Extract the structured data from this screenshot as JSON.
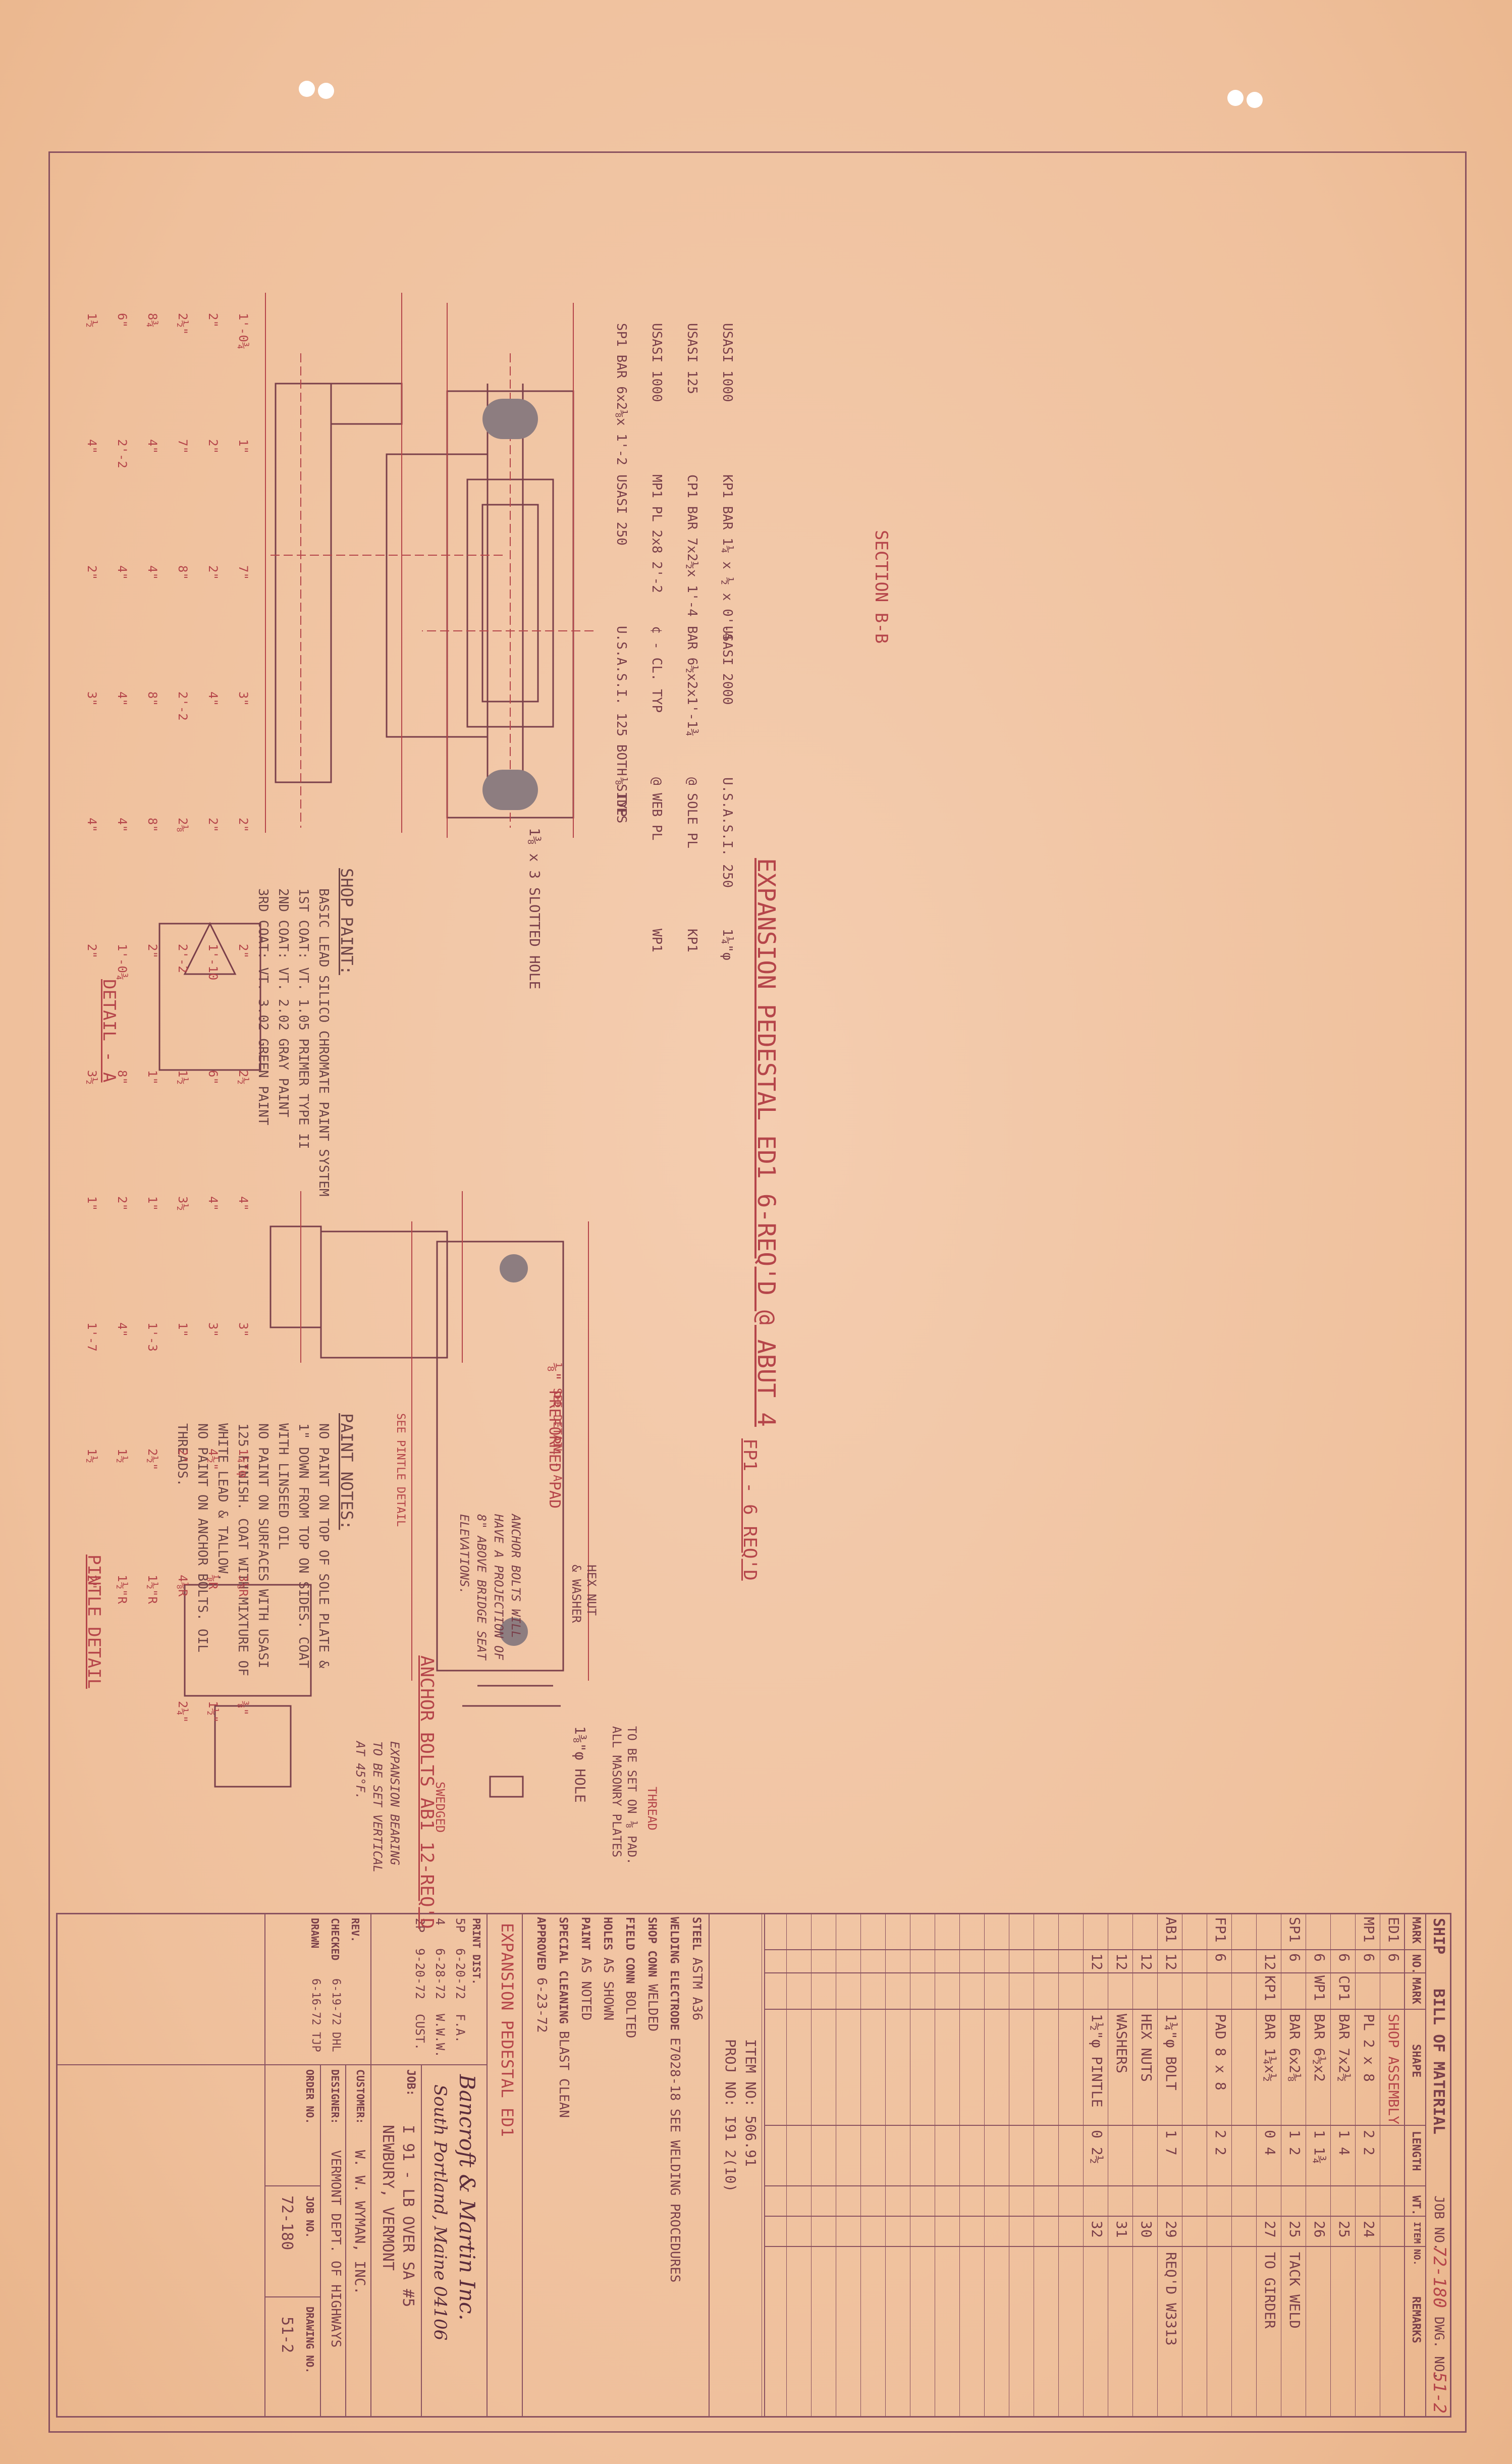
{
  "sheet": {
    "colors": {
      "paper": "#f1c49f",
      "ink": "#7a3f4a",
      "red_ink": "#b5454a",
      "hole_fill": "#8d7d80"
    }
  },
  "title_block": {
    "ship_label": "SHIP",
    "bill_title": "BILL OF MATERIAL",
    "job_no_label": "JOB NO.",
    "job_no": "72-180",
    "dwg_no_label": "DWG. NO.",
    "dwg_no": "51-2",
    "headers": [
      "MARK",
      "NO.",
      "MARK",
      "SHAPE",
      "LENGTH",
      "WT.",
      "ITEM NO.",
      "REMARKS"
    ],
    "rows": [
      {
        "mark": "ED1",
        "no": "6",
        "sub": "",
        "shape": "SHOP ASSEMBLY",
        "length": "",
        "wt": "",
        "item": "",
        "remarks": ""
      },
      {
        "mark": "MP1",
        "no": "6",
        "sub": "",
        "shape": "PL 2 x 8",
        "length": "2 2",
        "wt": "",
        "item": "24",
        "remarks": ""
      },
      {
        "mark": "",
        "no": "6",
        "sub": "CP1",
        "shape": "BAR 7x2½",
        "length": "1 4",
        "wt": "",
        "item": "25",
        "remarks": ""
      },
      {
        "mark": "",
        "no": "6",
        "sub": "WP1",
        "shape": "BAR 6½x2",
        "length": "1 1¾",
        "wt": "",
        "item": "26",
        "remarks": ""
      },
      {
        "mark": "SP1",
        "no": "6",
        "sub": "",
        "shape": "BAR 6x2⅛",
        "length": "1 2",
        "wt": "",
        "item": "25",
        "remarks": "TACK WELD"
      },
      {
        "mark": "",
        "no": "12",
        "sub": "KP1",
        "shape": "BAR 1¼x½",
        "length": "0 4",
        "wt": "",
        "item": "27",
        "remarks": "TO GIRDER"
      },
      {
        "mark": "FP1",
        "no": "6",
        "sub": "",
        "shape": "PAD 8 x 8",
        "length": "2 2",
        "wt": "",
        "item": "",
        "remarks": ""
      },
      {
        "mark": "AB1",
        "no": "12",
        "sub": "",
        "shape": "1¼\"φ BOLT",
        "length": "1 7",
        "wt": "",
        "item": "29",
        "remarks": "REQ'D W3313"
      },
      {
        "mark": "",
        "no": "12",
        "sub": "",
        "shape": "HEX NUTS",
        "length": "",
        "wt": "",
        "item": "30",
        "remarks": ""
      },
      {
        "mark": "",
        "no": "12",
        "sub": "",
        "shape": "WASHERS",
        "length": "",
        "wt": "",
        "item": "31",
        "remarks": ""
      },
      {
        "mark": "",
        "no": "12",
        "sub": "",
        "shape": "1½\"φ PINTLE",
        "length": "0 2½",
        "wt": "",
        "item": "32",
        "remarks": ""
      }
    ],
    "item_no": "ITEM NO: 506.91",
    "proj_no": "PROJ NO: I91 2(10)",
    "specs": [
      {
        "label": "STEEL",
        "value": "ASTM A36"
      },
      {
        "label": "WELDING ELECTRODE",
        "value": "E7028-18 SEE WELDING PROCEDURES"
      },
      {
        "label": "SHOP CONN",
        "value": "WELDED"
      },
      {
        "label": "FIELD CONN",
        "value": "BOLTED"
      },
      {
        "label": "HOLES",
        "value": "AS SHOWN"
      },
      {
        "label": "PAINT",
        "value": "AS NOTED"
      },
      {
        "label": "SPECIAL CLEANING",
        "value": "BLAST CLEAN"
      },
      {
        "label": "APPROVED",
        "value": "6-23-72"
      }
    ],
    "subject": "EXPANSION PEDESTAL ED1",
    "company_line1": "Bancroft & Martin Inc.",
    "company_line2": "South Portland, Maine 04106",
    "job_label": "JOB:",
    "job_line1": "I 91 - LB OVER SA #5",
    "job_line2": "NEWBURY, VERMONT",
    "customer_label": "CUSTOMER:",
    "customer": "W. W. WYMAN, INC.",
    "designer_label": "DESIGNER:",
    "designer": "VERMONT DEPT. OF HIGHWAYS",
    "order_label": "ORDER NO.",
    "job_no_label2": "JOB NO.",
    "job_no2": "72-180",
    "drawing_label": "DRAWING NO.",
    "drawing_no": "51-2",
    "print_dist_label": "PRINT DIST.",
    "print_dist": [
      {
        "n": "5P",
        "date": "6-20-72",
        "to": "F.A."
      },
      {
        "n": "4",
        "date": "6-28-72",
        "to": "W.W.W."
      },
      {
        "n": "2P",
        "date": "9-20-72",
        "to": "CUST."
      }
    ],
    "rev_label": "REV.",
    "checked_label": "CHECKED",
    "checked": "6-19-72  DHL",
    "drawn_label": "DRAWN",
    "drawn": "6-16-72  TJP"
  },
  "notes": {
    "shop_paint_title": "SHOP PAINT:",
    "shop_paint": [
      "BASIC LEAD SILICO CHROMATE PAINT SYSTEM",
      "1ST COAT: VT. 1.05 PRIMER TYPE II",
      "2ND COAT: VT. 2.02 GRAY PAINT",
      "3RD COAT: VT. 3.02 GREEN PAINT"
    ],
    "paint_notes_title": "PAINT NOTES:",
    "paint_notes": [
      "NO PAINT ON TOP OF SOLE PLATE &",
      "1\" DOWN FROM TOP ON SIDES. COAT",
      "WITH LINSEED OIL",
      "NO PAINT ON SURFACES WITH USASI",
      "125 FINISH. COAT WITH MIXTURE OF",
      "WHITE LEAD & TALLOW.",
      "NO PAINT ON ANCHOR BOLTS. OIL",
      "THREADS."
    ]
  },
  "drawing": {
    "section_title": "SECTION B-B",
    "main_title": "EXPANSION PEDESTAL ED1 6-REQ'D @ ABUT 4",
    "fp_title": "FP1 - 6 REQ'D",
    "preformed_pad": "⅛\" PREFORMED PAD",
    "slotted_hole": "1⅜ x 3 SLOTTED HOLE",
    "hole_note": "1⅜\"φ HOLE",
    "masonry_note": [
      "ALL MASONRY PLATES",
      "TO BE SET ON ⅛ PAD."
    ],
    "anchor_title": "ANCHOR BOLTS AB1 12-REQ'D",
    "anchor_note": [
      "ANCHOR BOLTS WILL",
      "HAVE A PROJECTION OF",
      "8\" ABOVE BRIDGE SEAT",
      "ELEVATIONS."
    ],
    "bearing_note": [
      "EXPANSION BEARING",
      "TO BE SET VERTICAL",
      "AT 45°F."
    ],
    "detail_a": "DETAIL - A",
    "pintle_detail": "PINTLE DETAIL",
    "see_pintle": "SEE PINTLE DETAIL",
    "see_detail_a": "SEE DETAIL - A",
    "hex_nut": "HEX NUT",
    "washer": "& WASHER",
    "swedged": "SWEDGED",
    "thread": "THREAD",
    "labels": [
      "USASI 1000",
      "USASI 125",
      "USASI 1000",
      "SP1 BAR 6x2⅛x 1'-2",
      "KP1 BAR 1¼ x ½ x 0'-4",
      "CP1 BAR 7x2½x 1'-4",
      "MP1 PL 2x8  2'-2",
      "USASI 250",
      "USASI 2000",
      "BAR 6½x2x1'-1¾",
      "¢ - CL. TYP",
      "U.S.A.S.I. 125 BOTH SIDES",
      "U.S.A.S.I. 250",
      "@ SOLE PL",
      "@ WEB PL",
      "⅛ TYP",
      "1¼\"φ",
      "KP1",
      "WP1"
    ],
    "dims": [
      "1'-0¾",
      "2\"",
      "2½\"",
      "8¾",
      "6\"",
      "1½",
      "1\"",
      "2\"",
      "7\"",
      "4\"",
      "2'-2",
      "4\"",
      "7\"",
      "2\"",
      "8\"",
      "4\"",
      "4\"",
      "2\"",
      "3\"",
      "4\"",
      "2'-2",
      "8\"",
      "4\"",
      "3\"",
      "2\"",
      "2\"",
      "2⅛",
      "8\"",
      "4\"",
      "4\"",
      "2\"",
      "1'-10",
      "2'-2",
      "2\"",
      "1'-0¾",
      "2\"",
      "2½",
      "6\"",
      "1½",
      "1\"",
      "8\"",
      "3½",
      "4\"",
      "4\"",
      "3½",
      "1\"",
      "2\"",
      "1\"",
      "3\"",
      "3\"",
      "1\"",
      "1'-3",
      "4\"",
      "1'-7",
      "1¼\"φ",
      "4½\"",
      "2\"",
      "2½\"",
      "1½",
      "1½",
      "3⅛R",
      "⅛R",
      "4⅛R",
      "1½\"R",
      "1½\"R",
      "2\"",
      "⅜\"",
      "1½\"",
      "2¼\""
    ]
  }
}
